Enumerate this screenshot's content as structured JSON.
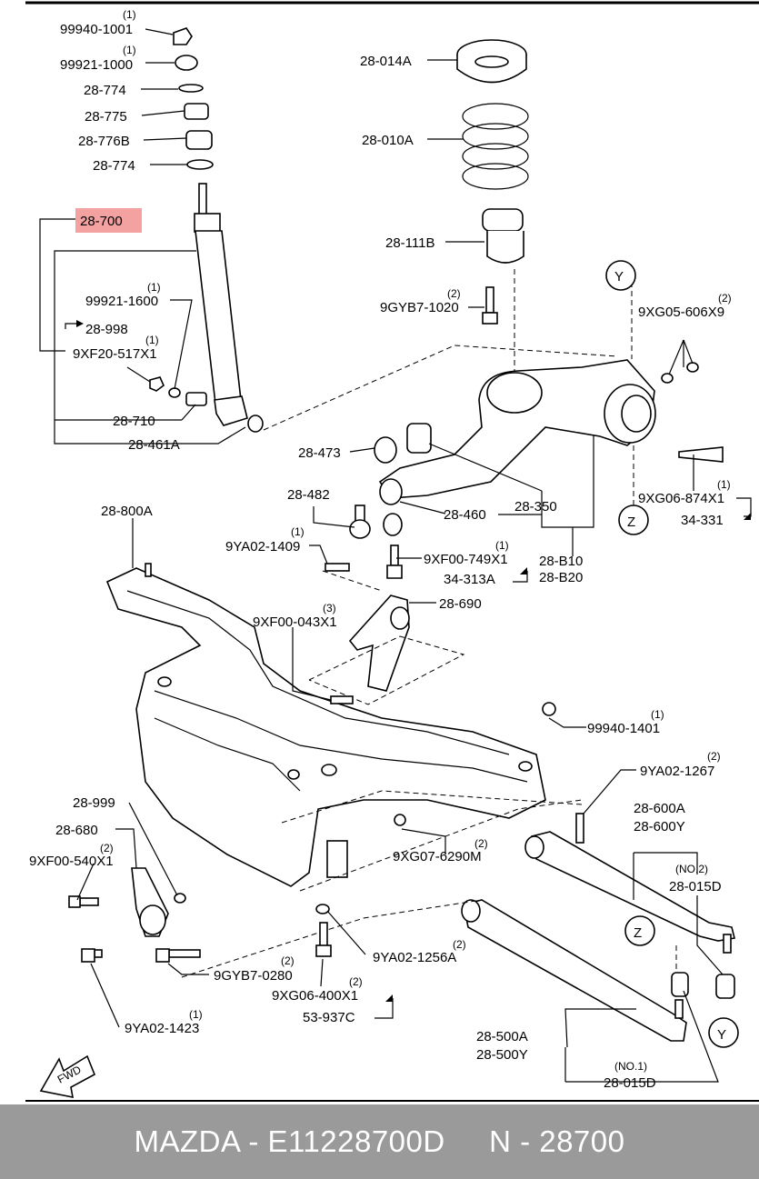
{
  "highlight_color": "#f3a1a1",
  "footer": {
    "text": "MAZDA - E11228700D     N - 28700"
  },
  "callouts": {
    "l1": "(1)",
    "l2": "(2)",
    "l3": "(3)",
    "p99940_1001": "99940-1001",
    "p99921_1000": "99921-1000",
    "p28_774a": "28-774",
    "p28_775": "28-775",
    "p28_776B": "28-776B",
    "p28_774b": "28-774",
    "p28_700": "28-700",
    "p99921_1600": "99921-1600",
    "p28_998": "28-998",
    "p9XF20_517X1": "9XF20-517X1",
    "p28_710": "28-710",
    "p28_461A": "28-461A",
    "p28_014A": "28-014A",
    "p28_010A": "28-010A",
    "p28_111B": "28-111B",
    "p9GYB7_1020": "9GYB7-1020",
    "pY1": "Y",
    "p9XG05_606X9": "9XG05-606X9",
    "p28_473": "28-473",
    "p28_482": "28-482",
    "p28_350": "28-350",
    "p28_460": "28-460",
    "p9XG06_874X1": "9XG06-874X1",
    "pZ1": "Z",
    "p34_331": "34-331",
    "p28_800A": "28-800A",
    "p9YA02_1409": "9YA02-1409",
    "p9XF00_749X1": "9XF00-749X1",
    "p34_313A": "34-313A",
    "p28_B10": "28-B10",
    "p28_B20": "28-B20",
    "p28_690": "28-690",
    "p9XF00_043X1": "9XF00-043X1",
    "p99940_1401": "99940-1401",
    "p9YA02_1267": "9YA02-1267",
    "p28_999": "28-999",
    "p28_600A": "28-600A",
    "p28_600Y": "28-600Y",
    "p28_680": "28-680",
    "p9XG07_6290M": "9XG07-6290M",
    "pNO2": "(NO.2)",
    "p28_015D_a": "28-015D",
    "p9XF00_540X1": "9XF00-540X1",
    "pZ2": "Z",
    "p9YA02_1256A": "9YA02-1256A",
    "p9GYB7_0280": "9GYB7-0280",
    "p9XG06_400X1": "9XG06-400X1",
    "p53_937C": "53-937C",
    "pY2": "Y",
    "p9YA02_1423": "9YA02-1423",
    "p28_500A": "28-500A",
    "p28_500Y": "28-500Y",
    "pNO1": "(NO.1)",
    "p28_015D_b": "28-015D",
    "fwd": "FWD"
  }
}
